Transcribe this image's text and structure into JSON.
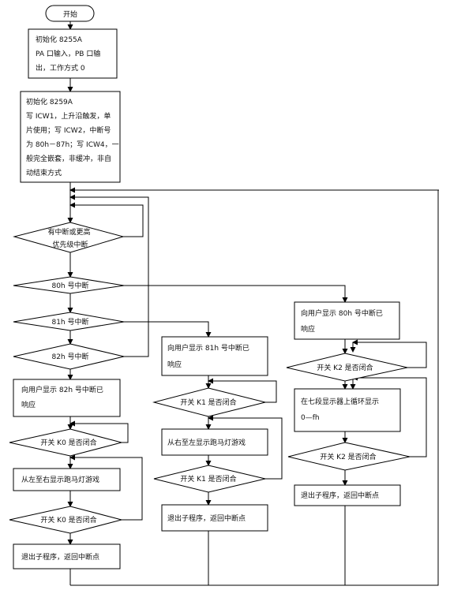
{
  "start": "开始",
  "init8255": [
    "初始化 8255A",
    "PA 口输入，PB 口输",
    "出，工作方式 0"
  ],
  "init8259": [
    "初始化 8259A",
    "写 ICW1，上升沿触发，单",
    "片使用；写 ICW2，中断号",
    "为 80h－87h；写 ICW4，一",
    "般完全嵌套，非缓冲，非自",
    "动结束方式"
  ],
  "interrupt_check": [
    "有中断或更高",
    "优先级中断"
  ],
  "irq80": "80h 号中断",
  "irq81": "81h 号中断",
  "irq82": "82h 号中断",
  "left_col": {
    "show": [
      "向用户显示 82h 号中断已",
      "响应"
    ],
    "k0_first": "开关 K0 是否闭合",
    "marquee": "从左至右显示跑马灯游戏",
    "k0_second": "开关 K0 是否闭合",
    "exit": "退出子程序，返回中断点"
  },
  "mid_col": {
    "show": [
      "向用户显示 81h 号中断已",
      "响应"
    ],
    "k1_first": "开关 K1 是否闭合",
    "marquee": "从右至左显示跑马灯游戏",
    "k1_second": "开关 K1 是否闭合",
    "exit": "退出子程序，返回中断点"
  },
  "right_col": {
    "show": [
      "向用户显示 80h 号中断已",
      "响应"
    ],
    "k2_first": "开关 K2 是否闭合",
    "display": [
      "在七段显示器上循环显示",
      "0—fh"
    ],
    "k2_second": "开关 K2 是否闭合",
    "exit": "退出子程序，返回中断点"
  }
}
